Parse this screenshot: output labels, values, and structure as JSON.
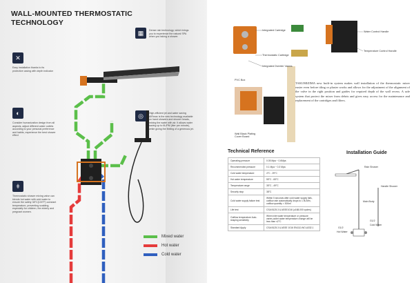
{
  "left": {
    "title_line1": "WALL-MOUNTED THERMOSTATIC",
    "title_line2": "TECHNOLOGY",
    "features": [
      {
        "icon": "grid-icon",
        "text": "Dense rain technology, which brings you to experience the natural SPA when you taking a shower."
      },
      {
        "icon": "wrench-icon",
        "text": "Easy installation thanks to its protective casing with depth indicator"
      },
      {
        "icon": "jet-icon",
        "text": "High-efficient jet and water saving AIRmax is the new technology available on hand showers and shower heads, mixing the water with air. It allows water saving up to 6L/PM (liter per minute), while giving the feeling of a generous jet."
      },
      {
        "icon": "thermostat-icon",
        "text": "Consider humanization design from all aspects, adjust different water outlets according to your personal preference and habits, experience the best shower effect"
      },
      {
        "icon": "thermometer-icon",
        "text": "Thermostatic shower mixing valve can blends hot water with cold water to ensure the safety 38°C(100°F) constant temperature, preventing scalding, especially for children, the elderly and pregnant women."
      }
    ],
    "legend": [
      {
        "label": "Mixed water",
        "color": "#5bbf4a"
      },
      {
        "label": "Hot water",
        "color": "#e53b3b"
      },
      {
        "label": "Cold water",
        "color": "#2f5fbf"
      }
    ]
  },
  "right": {
    "labels": {
      "integrated_cartridge": "Integrated Cartridge",
      "thermostatic_cartridge": "Thermostatic Cartridge",
      "integrated_diverter": "Integrated Diverter Valves",
      "water_control_handle": "Water Control Handle",
      "temperature_control_handle": "Temperature Control Handle",
      "pvc_box": "PVC Box",
      "wall_black_plating": "Wall Black Plating Cover Board"
    },
    "description": "TAKUMIZIMA new built-in system makes wall installation of the thermostatic mixer easier even before tiling or plaster works and allows for the adjustment of the alignment of the valve in the right position and guides for required depth of the wall recess. A safe system that protect the mixer from debris and gives easy access for the maintenance and replacement of the cartridges and filters.",
    "tech_title": "Technical Reference",
    "tech_rows": [
      {
        "k": "Operating pressure",
        "v": "0.05 Mpa ~ 0.6Mpa"
      },
      {
        "k": "Recommended pressure",
        "v": "0.1 Mpa ~ 0.3 Mpa"
      },
      {
        "k": "Cold water temperature",
        "v": "4°C - 29°C"
      },
      {
        "k": "Hot water temperature",
        "v": "55°C - 65°C"
      },
      {
        "k": "Temperature range",
        "v": "35°C - 49°C"
      },
      {
        "k": "Security stop",
        "v": "38°C"
      },
      {
        "k": "Cold water supply failure test",
        "v": "Within 5 seconds after cold water supply fails, outflow rate automatically drops to 1.9L/Min, outflow quantity < 300ml"
      },
      {
        "k": "Life test",
        "v": "CSA B125.3 & ASSE1016 (≥168,000 cycles)"
      },
      {
        "k": "Outflow temperature Auto-shaping sensitivity",
        "v": "When inlet water temperature or pressure varies,outlet water temperature change will be less than ±2°C"
      },
      {
        "k": "Standard Apply",
        "v": "CSA B125.3 & ASSE 1016 EN1111:NO-A332.1"
      }
    ],
    "install_title": "Installation Guide",
    "install_labels": {
      "rain_shower": "Rain Shower",
      "handle_shower": "Handle Shower",
      "main_body": "Main Body",
      "g12_left": "G1/2",
      "g12_right": "G1/2",
      "hot_water": "Hot Water",
      "cold_water": "Cold Water"
    }
  }
}
